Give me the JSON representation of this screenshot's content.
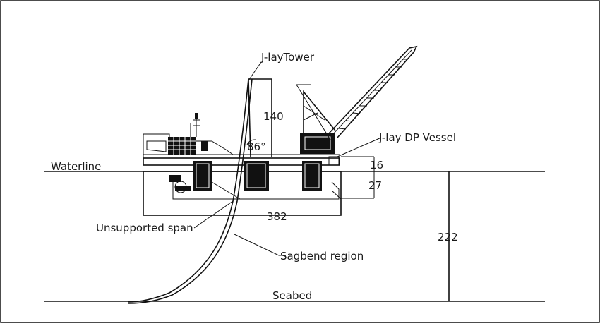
{
  "labels": {
    "tower": "J-layTower",
    "tower_height": "140",
    "angle": "86°",
    "vessel": "J-lay DP Vessel",
    "waterline": "Waterline",
    "draft": "16",
    "hull_depth": "27",
    "length": "382",
    "unsupported": "Unsupported span",
    "sagbend": "Sagbend region",
    "depth": "222",
    "seabed": "Seabed"
  }
}
